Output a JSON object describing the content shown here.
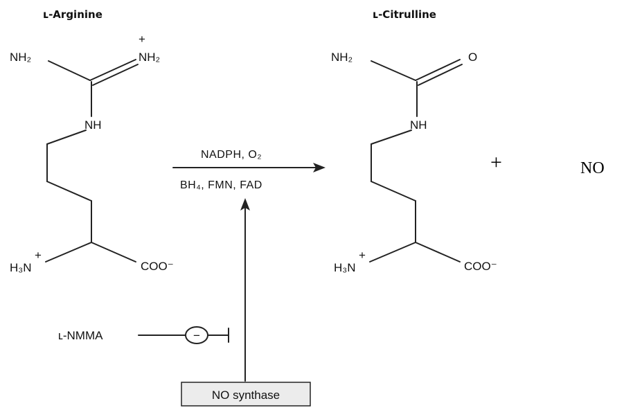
{
  "reactant": {
    "title": "ʟ-Arginine",
    "groups": {
      "nh2_left": "NH₂",
      "nh2_right": "NH₂",
      "plus_charge": "+",
      "nh": "NH",
      "h3n": "H₃N",
      "h3n_charge": "+",
      "coo": "COO⁻"
    }
  },
  "product": {
    "title": "ʟ-Citrulline",
    "groups": {
      "nh2": "NH₂",
      "o": "O",
      "nh": "NH",
      "h3n": "H₃N",
      "h3n_charge": "+",
      "coo": "COO⁻"
    }
  },
  "reaction": {
    "above_arrow": "NADPH, O₂",
    "below_arrow": "BH₄, FMN, FAD",
    "plus_sign": "+",
    "coproduct": "NO"
  },
  "enzyme": {
    "label": "NO synthase"
  },
  "inhibitor": {
    "label": "ʟ-NMMA",
    "symbol": "−"
  },
  "colors": {
    "stroke": "#222222",
    "enzyme_box_fill": "#ececec"
  }
}
